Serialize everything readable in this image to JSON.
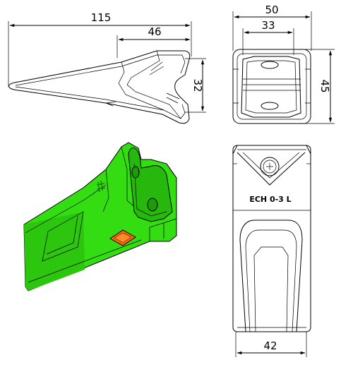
{
  "dimensions": {
    "overall_length": "115",
    "shank_length": "46",
    "side_height": "32",
    "top_width": "50",
    "top_inner_width": "33",
    "top_height": "45",
    "bottom_width": "42"
  },
  "part_marking": "ECH 0-3 L",
  "colors": {
    "line": "#000000",
    "model_green": "#33dd11",
    "model_green_dark": "#1f9a08",
    "wear_mark": "#ff6a00"
  }
}
